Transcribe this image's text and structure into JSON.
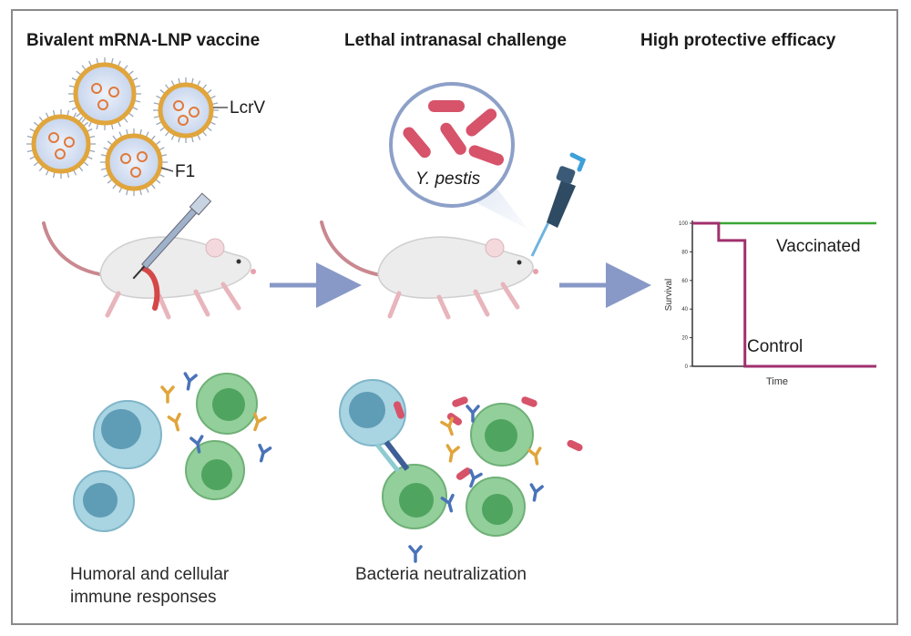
{
  "panels": {
    "vaccine_title": "Bivalent mRNA-LNP vaccine",
    "challenge_title": "Lethal intranasal challenge",
    "efficacy_title": "High protective efficacy"
  },
  "vaccine": {
    "antigen_1": "LcrV",
    "antigen_2": "F1"
  },
  "bacteria": {
    "name": "Y. pestis"
  },
  "captions": {
    "immune_line1": "Humoral and cellular",
    "immune_line2": "immune responses",
    "neutralization": "Bacteria neutralization"
  },
  "colors": {
    "vaccinated": "#3aa635",
    "control": "#a0306e",
    "arrow": "#8899c8",
    "bacteria": "#d6536a",
    "b_cell": "#a9d4e2",
    "t_cell": "#93cf9a"
  },
  "chart_data": {
    "type": "line",
    "title": "",
    "xlabel": "Time",
    "ylabel": "Survival",
    "ylim": [
      0,
      100
    ],
    "yticks": [
      0,
      20,
      40,
      60,
      80,
      100
    ],
    "x": [
      0,
      1,
      2,
      3,
      4,
      5,
      6,
      7
    ],
    "series": [
      {
        "name": "Vaccinated",
        "values": [
          100,
          100,
          100,
          100,
          100,
          100,
          100,
          100
        ]
      },
      {
        "name": "Control",
        "values": [
          100,
          88,
          0,
          0,
          0,
          0,
          0,
          0
        ]
      }
    ]
  }
}
